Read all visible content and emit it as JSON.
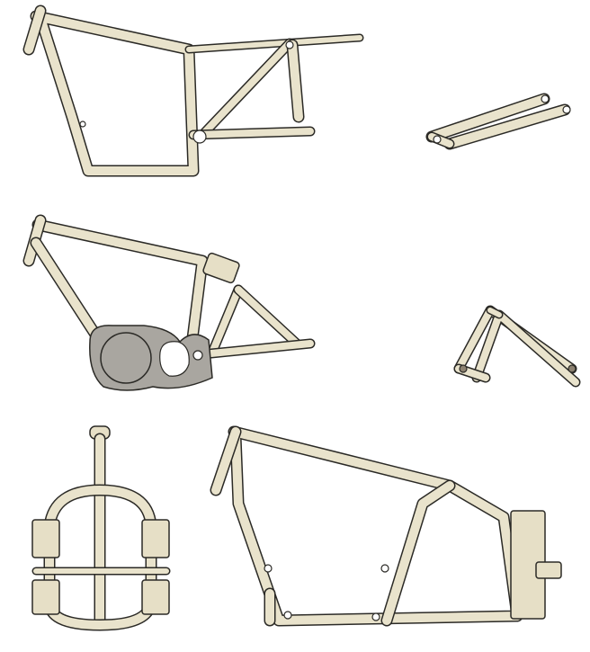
{
  "colors": {
    "background": "#ffffff",
    "tube_fill": "#e9e3cc",
    "outline": "#2b2a26",
    "engine_case": "#a9a6a0"
  },
  "illustrations": [
    {
      "id": "rigid-frame-with-swingarm"
    },
    {
      "id": "swingarm-fork"
    },
    {
      "id": "frame-with-engine-cases"
    },
    {
      "id": "triangulated-swingarm"
    },
    {
      "id": "frame-rear-view"
    },
    {
      "id": "frame-side-view-large"
    }
  ]
}
